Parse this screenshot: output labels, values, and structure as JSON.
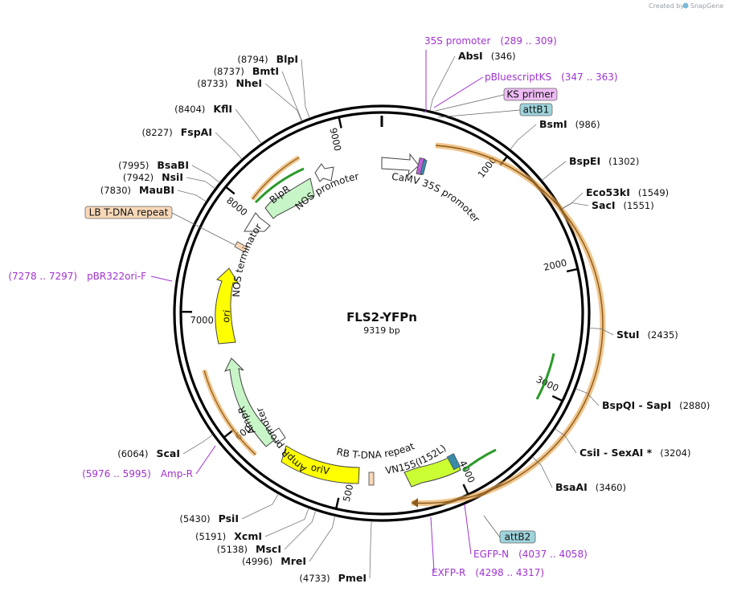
{
  "title": "FLS2-YFPn",
  "length_label": "9319 bp",
  "total_bp": 9319,
  "watermark": "Created by",
  "watermark_brand": "SnapGene",
  "colors": {
    "backbone": "#000000",
    "orange": "#e8a54c",
    "green": "#1c8c1c",
    "yellow": "#ffff00",
    "lightgreen": "#c8f5c8",
    "purple": "#a033d0",
    "teal_box": "#9ed4dc",
    "pink_box": "#eebcf5",
    "peach_box": "#f8d8b8"
  },
  "ticks": [
    {
      "label": "1000",
      "pos": 1000
    },
    {
      "label": "2000",
      "pos": 2000
    },
    {
      "label": "3000",
      "pos": 3000
    },
    {
      "label": "4000",
      "pos": 4000
    },
    {
      "label": "5000",
      "pos": 5000
    },
    {
      "label": "6000",
      "pos": 6000
    },
    {
      "label": "7000",
      "pos": 7000
    },
    {
      "label": "8000",
      "pos": 8000
    },
    {
      "label": "9000",
      "pos": 9000
    }
  ],
  "sites": [
    {
      "name": "AbsI",
      "pos_label": "(346)",
      "pos": 346
    },
    {
      "name": "BsmI",
      "pos_label": "(986)",
      "pos": 986
    },
    {
      "name": "BspEI",
      "pos_label": "(1302)",
      "pos": 1302
    },
    {
      "name": "Eco53kI",
      "pos_label": "(1549)",
      "pos": 1549
    },
    {
      "name": "SacI",
      "pos_label": "(1551)",
      "pos": 1551
    },
    {
      "name": "StuI",
      "pos_label": "(2435)",
      "pos": 2435
    },
    {
      "name": "BspQI  -  SapI",
      "pos_label": "(2880)",
      "pos": 2880
    },
    {
      "name": "CsiI  -  SexAI *",
      "pos_label": "(3204)",
      "pos": 3204
    },
    {
      "name": "BsaAI",
      "pos_label": "(3460)",
      "pos": 3460
    },
    {
      "name": "PmeI",
      "pos_label": "(4733)",
      "pos": 4733
    },
    {
      "name": "MreI",
      "pos_label": "(4996)",
      "pos": 4996
    },
    {
      "name": "MscI",
      "pos_label": "(5138)",
      "pos": 5138
    },
    {
      "name": "XcmI",
      "pos_label": "(5191)",
      "pos": 5191
    },
    {
      "name": "PsiI",
      "pos_label": "(5430)",
      "pos": 5430
    },
    {
      "name": "ScaI",
      "pos_label": "(6064)",
      "pos": 6064
    },
    {
      "name": "MauBI",
      "pos_label": "(7830)",
      "pos": 7830
    },
    {
      "name": "NsiI",
      "pos_label": "(7942)",
      "pos": 7942
    },
    {
      "name": "BsaBI",
      "pos_label": "(7995)",
      "pos": 7995
    },
    {
      "name": "FspAI",
      "pos_label": "(8227)",
      "pos": 8227
    },
    {
      "name": "KflI",
      "pos_label": "(8404)",
      "pos": 8404
    },
    {
      "name": "NheI",
      "pos_label": "(8733)",
      "pos": 8733
    },
    {
      "name": "BmtI",
      "pos_label": "(8737)",
      "pos": 8737
    },
    {
      "name": "BlpI",
      "pos_label": "(8794)",
      "pos": 8794
    }
  ],
  "primers": [
    {
      "name": "35S promoter",
      "range": "(289 .. 309)"
    },
    {
      "name": "pBluescriptKS",
      "range": "(347 .. 363)"
    },
    {
      "name": "EGFP-N",
      "range": "(4037 .. 4058)"
    },
    {
      "name": "EXFP-R",
      "range": "(4298 .. 4317)"
    },
    {
      "name": "Amp-R",
      "range": "(5976 .. 5995)"
    },
    {
      "name": "pBR322ori-F",
      "range": "(7278 .. 7297)"
    }
  ],
  "boxed_features": [
    {
      "name": "KS primer"
    },
    {
      "name": "attB1"
    },
    {
      "name": "attB2"
    },
    {
      "name": "LB T-DNA repeat"
    }
  ],
  "features": [
    {
      "name": "CaMV 35S promoter"
    },
    {
      "name": "NOS promoter"
    },
    {
      "name": "BlpR"
    },
    {
      "name": "NOS terminator"
    },
    {
      "name": "ori"
    },
    {
      "name": "AmpR"
    },
    {
      "name": "AmpR promoter"
    },
    {
      "name": "oriV"
    },
    {
      "name": "RB T-DNA repeat"
    },
    {
      "name": "VN155(I152L)"
    }
  ]
}
